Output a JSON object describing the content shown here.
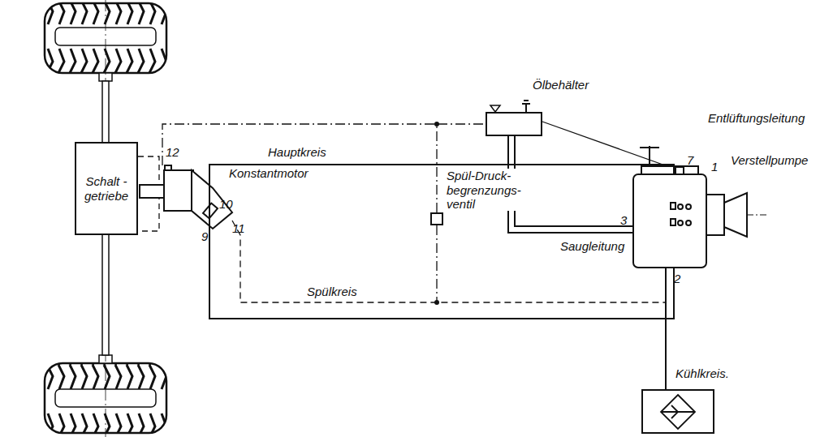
{
  "diagram": {
    "nodes": [
      {
        "text": [
          "Ölbehälter"
        ]
      },
      {
        "text": [
          "Hauptkreis"
        ]
      },
      {
        "text": [
          "Schalt - getriebe"
        ]
      },
      {
        "text": [
          "Spül-Druck- begrenzungs- ventil"
        ],
        "in": 1
      },
      {
        "text": [
          "Kühlkreis."
        ]
      }
    ],
    "edges": [
      {
        "from": 3,
        "to": 0,
        "arrow": "none"
      }
    ],
    "labels": [
      "Entlüftungsleitung",
      "Verstellpumpe",
      "Saugleitung",
      "Konstantmotor",
      "Spülkreis",
      "12",
      "10",
      "11",
      "9",
      "7",
      "1",
      "3",
      "2"
    ]
  }
}
